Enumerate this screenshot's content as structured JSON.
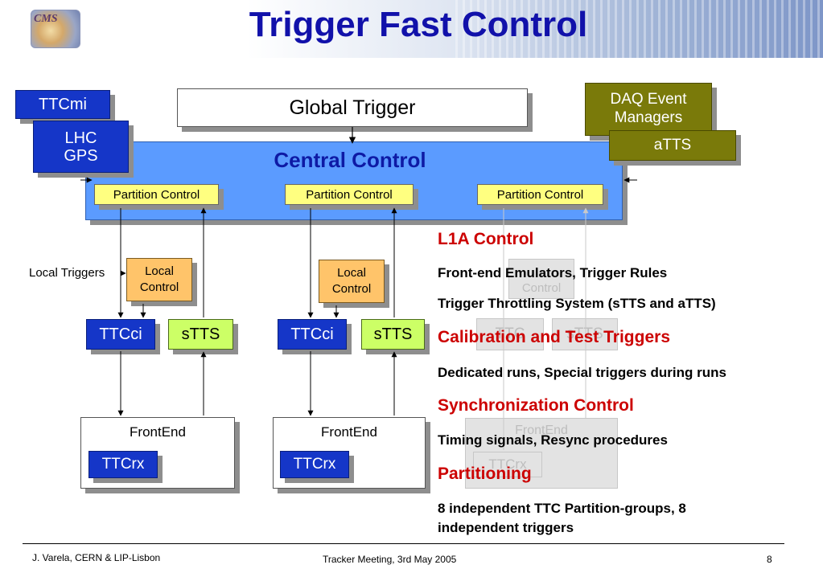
{
  "title": "Trigger Fast Control",
  "logo": {
    "text": "CMS",
    "icon": "cms-logo-icon"
  },
  "boxes": {
    "ttcmi": "TTCmi",
    "lhc_gps": [
      "LHC",
      "GPS"
    ],
    "global_trigger": "Global Trigger",
    "daq_event_managers": [
      "DAQ Event",
      "Managers"
    ],
    "atts": "aTTS",
    "central_control": "Central Control",
    "partition_control": [
      "Partition Control",
      "Partition Control",
      "Partition Control"
    ],
    "local_triggers_label": "Local Triggers",
    "local_control": [
      [
        "Local",
        "Control"
      ],
      [
        "Local",
        "Control"
      ]
    ],
    "ttci": [
      "TTCci",
      "TTCci"
    ],
    "stts": [
      "sTTS",
      "sTTS"
    ],
    "frontend": [
      "FrontEnd",
      "FrontEnd"
    ],
    "ttcrx": [
      "TTCrx",
      "TTCrx"
    ]
  },
  "ghost_boxes": {
    "control": "Control",
    "ttc": "TTC",
    "stts": "sTTS",
    "frontend": "FrontEnd",
    "ttcrx": "TTCrx"
  },
  "notes": {
    "l1a_heading": "L1A Control",
    "l1a_line1": "Front-end Emulators, Trigger Rules",
    "l1a_line2": "Trigger Throttling System (sTTS and aTTS)",
    "calib_heading": "Calibration and Test Triggers",
    "calib_line1": "Dedicated runs, Special triggers during runs",
    "sync_heading": "Synchronization Control",
    "sync_line1": "Timing signals, Resync procedures",
    "part_heading": "Partitioning",
    "part_line1": "8 independent TTC Partition-groups, 8",
    "part_line2": "independent triggers"
  },
  "footer": {
    "left": "J. Varela, CERN & LIP-Lisbon",
    "center": "Tracker Meeting, 3rd May 2005",
    "page": "8"
  },
  "colors": {
    "title": "#1111aa",
    "box_blue": "#1536c8",
    "central_panel": "#5b9bff",
    "olive": "#7a7a0a",
    "partition_yellow": "#ffff80",
    "local_orange": "#ffc46a",
    "stts_green": "#ccff66",
    "heading_red": "#cc0000"
  }
}
